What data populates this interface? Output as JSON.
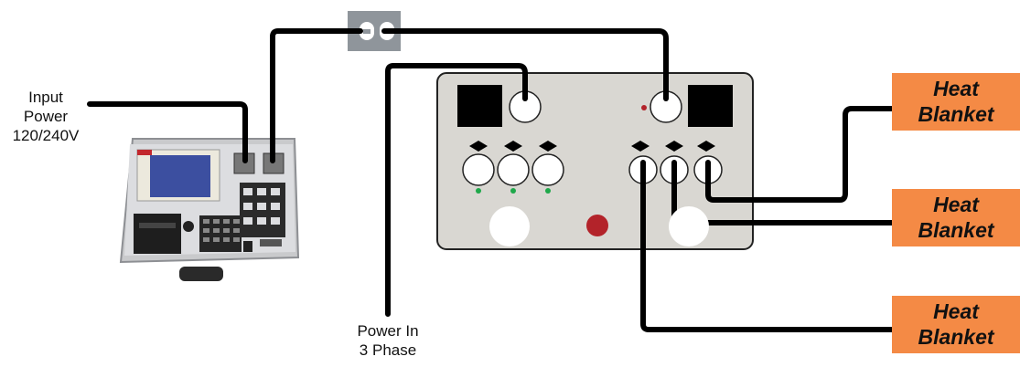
{
  "labels": {
    "input_power": [
      "Input",
      "Power",
      "120/240V"
    ],
    "power_in": [
      "Power In",
      "3 Phase"
    ]
  },
  "heat_blankets": [
    [
      "Heat",
      "Blanket"
    ],
    [
      "Heat",
      "Blanket"
    ],
    [
      "Heat",
      "Blanket"
    ]
  ],
  "colors": {
    "blanket_fill": "#f48a45",
    "control_box": "#d9d7d2",
    "cable": "#000000",
    "indicator_red": "#b3232a",
    "indicator_green": "#1fa84a",
    "outlet": "#8f959b"
  }
}
